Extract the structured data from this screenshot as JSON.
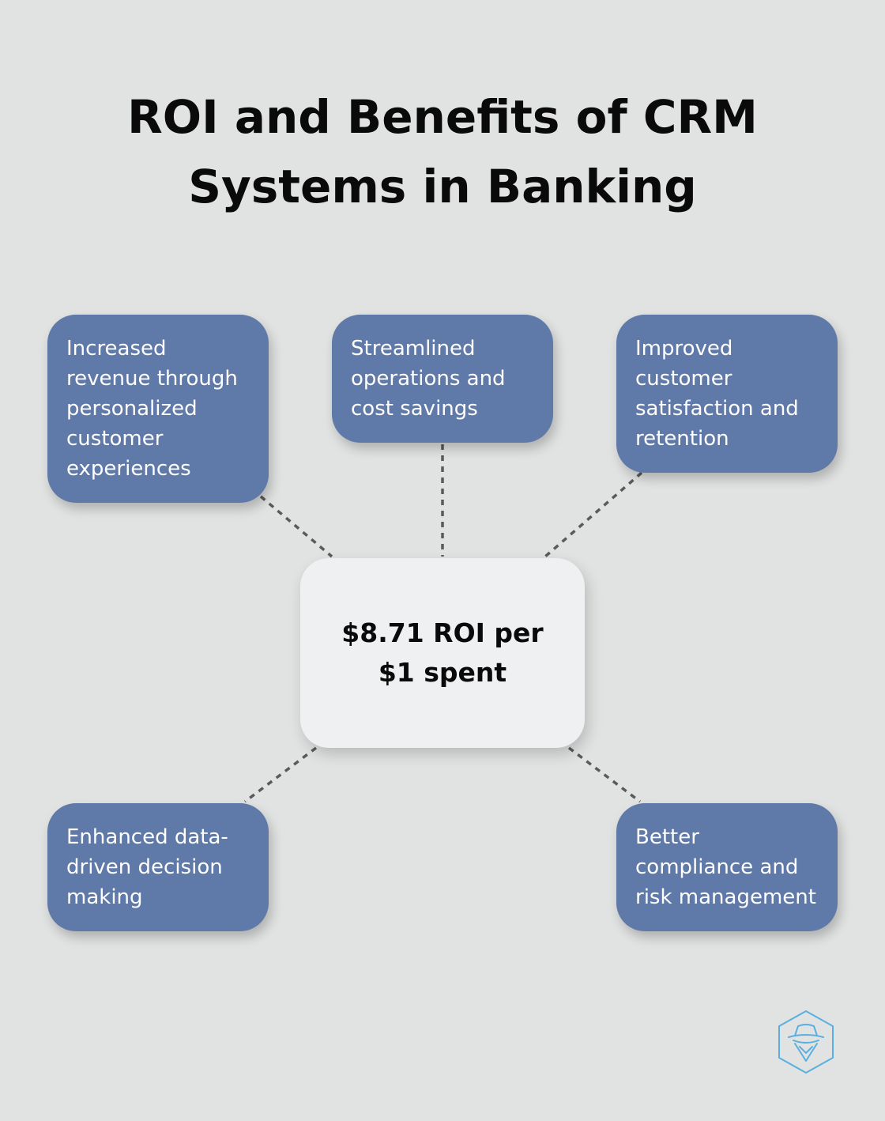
{
  "title": "ROI and Benefits of CRM Systems in Banking",
  "hub": {
    "label": "$8.71 ROI per $1 spent"
  },
  "benefits": [
    {
      "label": "Increased revenue through personalized customer experiences"
    },
    {
      "label": "Streamlined operations and cost savings"
    },
    {
      "label": "Improved customer satisfaction and retention"
    },
    {
      "label": "Enhanced data-driven decision making"
    },
    {
      "label": "Better compliance and risk management"
    }
  ],
  "colors": {
    "background": "#e1e3e2",
    "node": "#5f79a8",
    "hub": "#eff0f1",
    "connector": "#5a5a5a",
    "logo": "#5aafe0"
  },
  "icons": {
    "brand_logo": "hexagon-detective-icon"
  }
}
